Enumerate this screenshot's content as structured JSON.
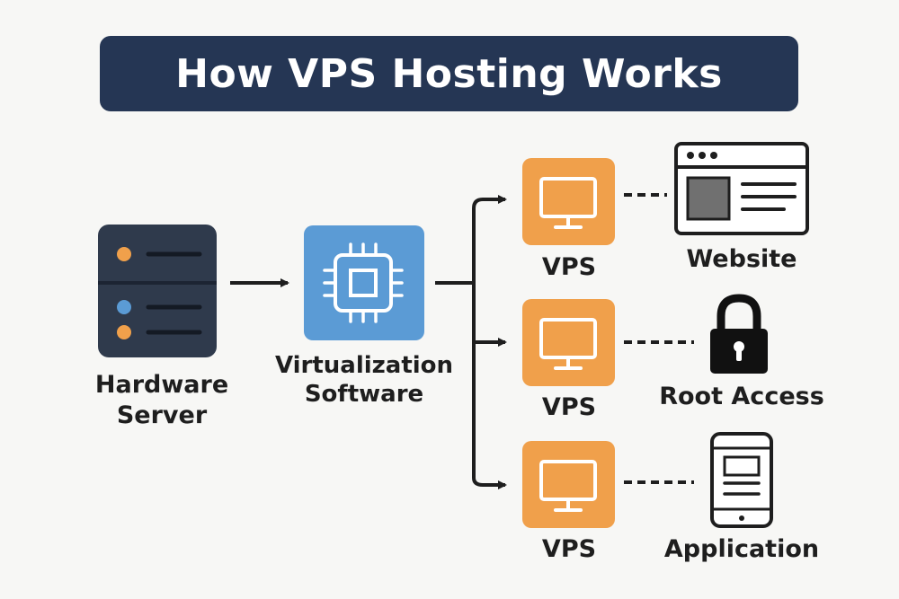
{
  "title": "How VPS Hosting Works",
  "nodes": {
    "hardware_line1": "Hardware",
    "hardware_line2": "Server",
    "virt_line1": "Virtualization",
    "virt_line2": "Software",
    "vps_top": "VPS",
    "vps_mid": "VPS",
    "vps_bottom": "VPS",
    "website": "Website",
    "root_access": "Root Access",
    "application": "Application"
  },
  "colors": {
    "title_bg": "#253654",
    "server": "#2f3a4c",
    "virtualization": "#5b9bd5",
    "vps": "#f0a04b",
    "dot_orange": "#f0a04b",
    "dot_blue": "#5b9bd5"
  },
  "icons": {
    "hardware": "server-rack-icon",
    "virtualization": "cpu-chip-icon",
    "vps": "monitor-icon",
    "website": "browser-window-icon",
    "root_access": "padlock-icon",
    "application": "smartphone-icon"
  }
}
